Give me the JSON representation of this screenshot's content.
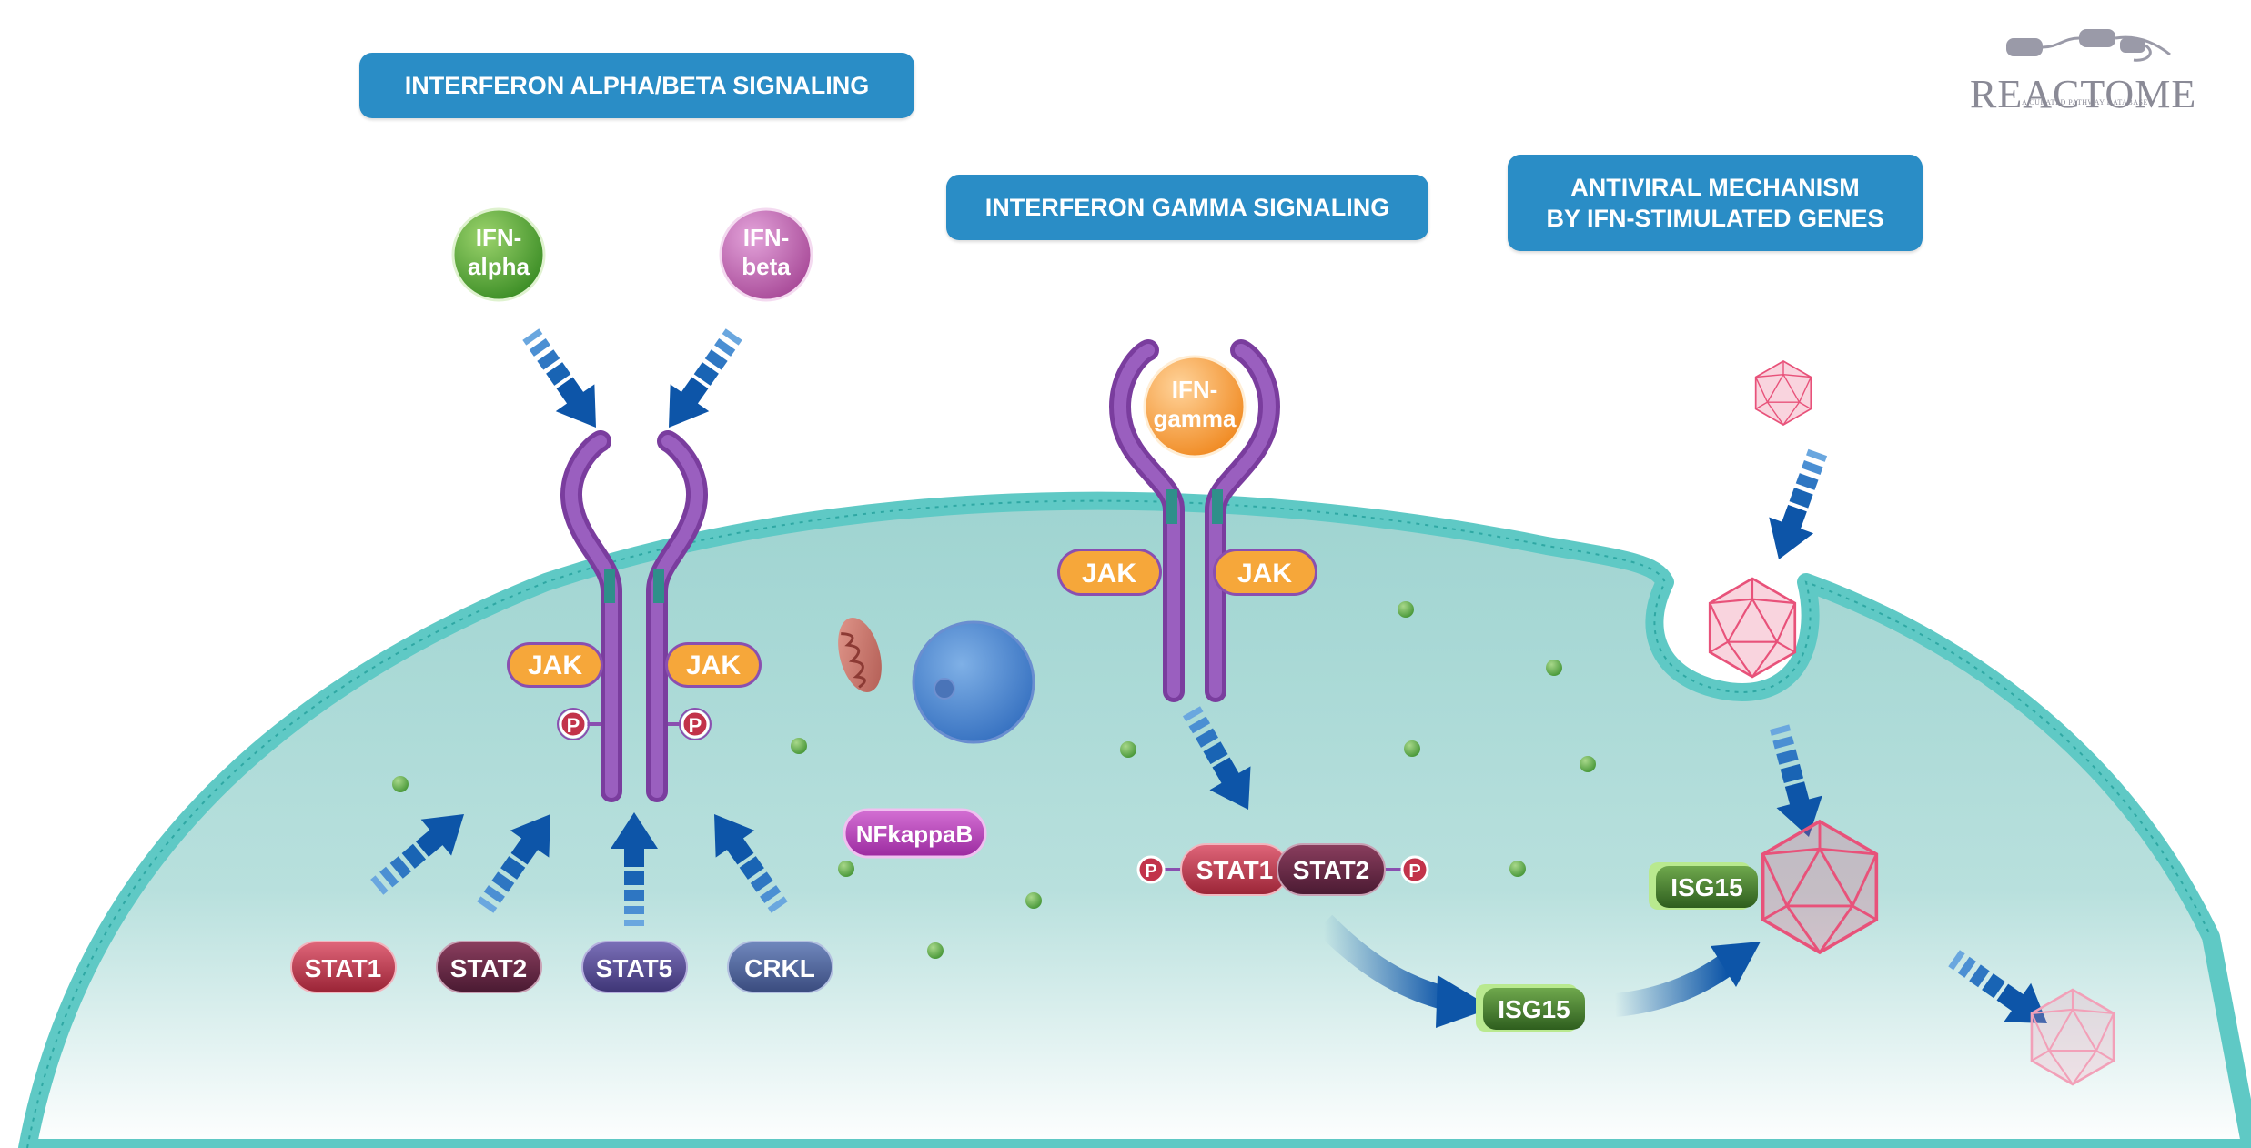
{
  "titles": {
    "alpha_beta": "INTERFERON ALPHA/BETA SIGNALING",
    "gamma": "INTERFERON GAMMA SIGNALING",
    "antiviral": "ANTIVIRAL MECHANISM\nBY IFN-STIMULATED GENES"
  },
  "logo": {
    "name": "REACTOME",
    "subtitle": "A CURATED PATHWAY DATABASE"
  },
  "ligands": {
    "ifn_alpha": [
      "IFN-",
      "alpha"
    ],
    "ifn_beta": [
      "IFN-",
      "beta"
    ],
    "ifn_gamma": [
      "IFN-",
      "gamma"
    ]
  },
  "kinases": {
    "jak": "JAK"
  },
  "phospho": "P",
  "stats": {
    "stat1": "STAT1",
    "stat2": "STAT2",
    "stat5": "STAT5",
    "crkl": "CRKL"
  },
  "nfkappab": "NFkappaB",
  "isg15": "ISG15",
  "colors": {
    "title_blue": "#2a8dc6",
    "arrow_blue": "#0d55a8",
    "receptor_purple": "#8a4fb0",
    "jak_orange": "#f6a73a",
    "cytoplasm_teal": "#a4d8d4",
    "membrane_teal": "#5fc9c5",
    "virus_pink": "#e8527a",
    "isg15_green": "#4c8a35"
  }
}
